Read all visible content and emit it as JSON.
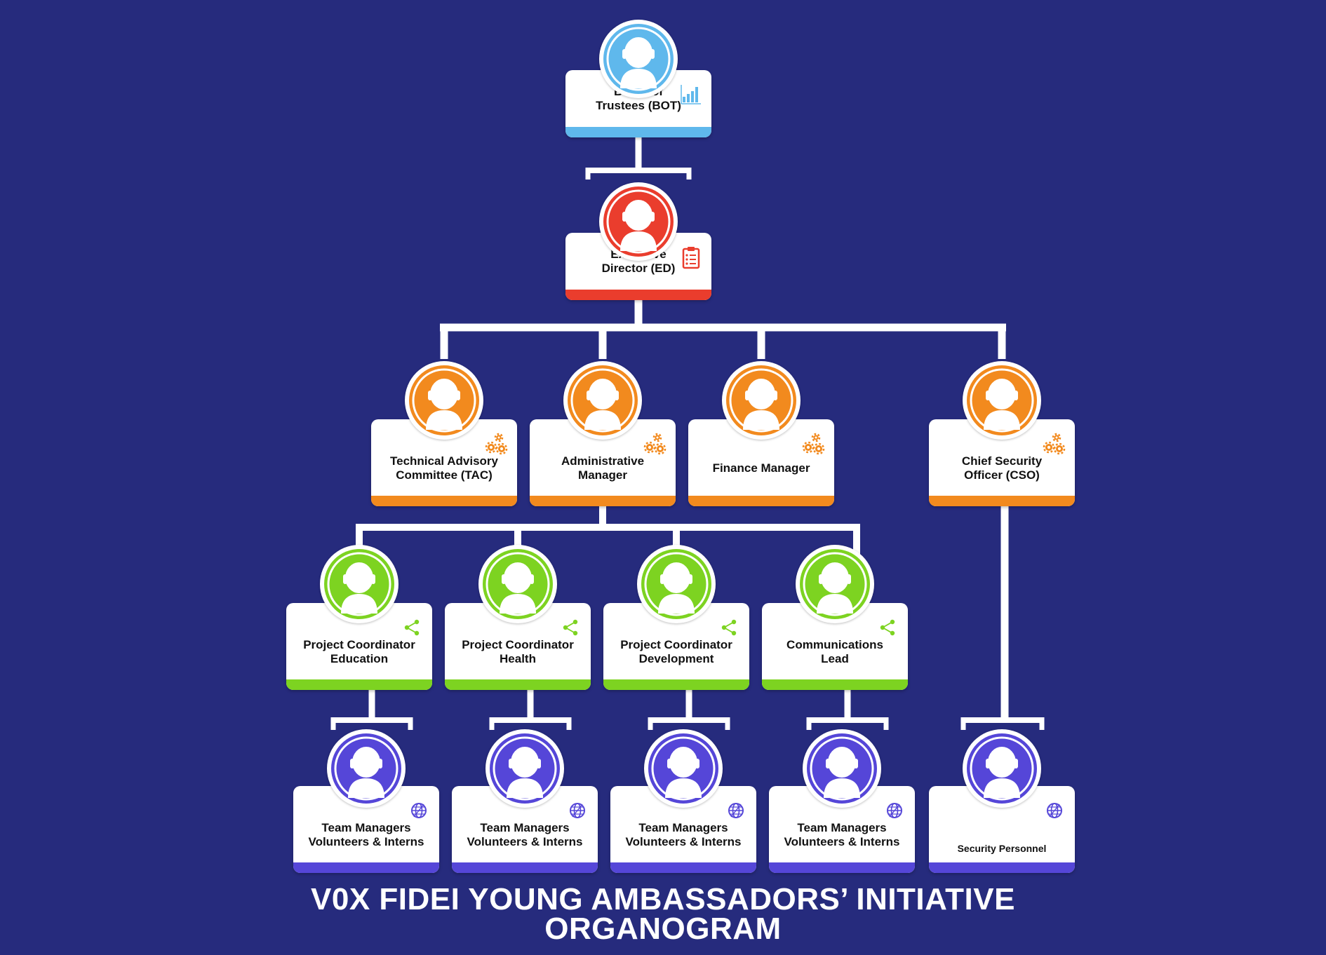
{
  "title": {
    "line1": "V0X FIDEI YOUNG AMBASSADORS’ INITIATIVE",
    "line2": "ORGANOGRAM"
  },
  "colors": {
    "background": "#262b7d",
    "connector": "#ffffff",
    "board": "#5fb8ec",
    "executive": "#ea3d2d",
    "manager": "#f28a1e",
    "coordinator": "#7dd321",
    "team": "#5546d8"
  },
  "nodes": [
    {
      "id": "bot",
      "label": "Board of\nTrustees (BOT)",
      "color": "#5fb8ec",
      "icon": "bar-chart-icon",
      "level": "board"
    },
    {
      "id": "ed",
      "label": "Executive\nDirector (ED)",
      "color": "#ea3d2d",
      "icon": "clipboard-icon",
      "level": "executive"
    },
    {
      "id": "tac",
      "label": "Technical Advisory\nCommittee (TAC)",
      "color": "#f28a1e",
      "icon": "gears-icon",
      "level": "manager"
    },
    {
      "id": "admin",
      "label": "Administrative\nManager",
      "color": "#f28a1e",
      "icon": "gears-icon",
      "level": "manager"
    },
    {
      "id": "finance",
      "label": "Finance Manager",
      "color": "#f28a1e",
      "icon": "gears-icon",
      "level": "manager"
    },
    {
      "id": "cso",
      "label": "Chief Security\nOfficer (CSO)",
      "color": "#f28a1e",
      "icon": "gears-icon",
      "level": "manager"
    },
    {
      "id": "pc-edu",
      "label": "Project Coordinator\nEducation",
      "color": "#7dd321",
      "icon": "share-icon",
      "level": "coordinator"
    },
    {
      "id": "pc-health",
      "label": "Project Coordinator\nHealth",
      "color": "#7dd321",
      "icon": "share-icon",
      "level": "coordinator"
    },
    {
      "id": "pc-dev",
      "label": "Project Coordinator\nDevelopment",
      "color": "#7dd321",
      "icon": "share-icon",
      "level": "coordinator"
    },
    {
      "id": "comms",
      "label": "Communications\nLead",
      "color": "#7dd321",
      "icon": "share-icon",
      "level": "coordinator"
    },
    {
      "id": "tm1",
      "label": "Team Managers\nVolunteers &  Interns",
      "color": "#5546d8",
      "icon": "globe-icon",
      "level": "team"
    },
    {
      "id": "tm2",
      "label": "Team Managers\nVolunteers &  Interns",
      "color": "#5546d8",
      "icon": "globe-icon",
      "level": "team"
    },
    {
      "id": "tm3",
      "label": "Team Managers\nVolunteers &  Interns",
      "color": "#5546d8",
      "icon": "globe-icon",
      "level": "team"
    },
    {
      "id": "tm4",
      "label": "Team Managers\nVolunteers &  Interns",
      "color": "#5546d8",
      "icon": "globe-icon",
      "level": "team"
    },
    {
      "id": "sec",
      "label": "Security Personnel",
      "color": "#5546d8",
      "icon": "globe-icon",
      "level": "team"
    }
  ],
  "edges": [
    {
      "from": "bot",
      "to": "ed"
    },
    {
      "from": "ed",
      "to": "tac"
    },
    {
      "from": "ed",
      "to": "admin"
    },
    {
      "from": "ed",
      "to": "finance"
    },
    {
      "from": "ed",
      "to": "cso"
    },
    {
      "from": "admin",
      "to": "pc-edu"
    },
    {
      "from": "admin",
      "to": "pc-health"
    },
    {
      "from": "admin",
      "to": "pc-dev"
    },
    {
      "from": "admin",
      "to": "comms"
    },
    {
      "from": "pc-edu",
      "to": "tm1"
    },
    {
      "from": "pc-health",
      "to": "tm2"
    },
    {
      "from": "pc-dev",
      "to": "tm3"
    },
    {
      "from": "comms",
      "to": "tm4"
    },
    {
      "from": "cso",
      "to": "sec"
    }
  ]
}
